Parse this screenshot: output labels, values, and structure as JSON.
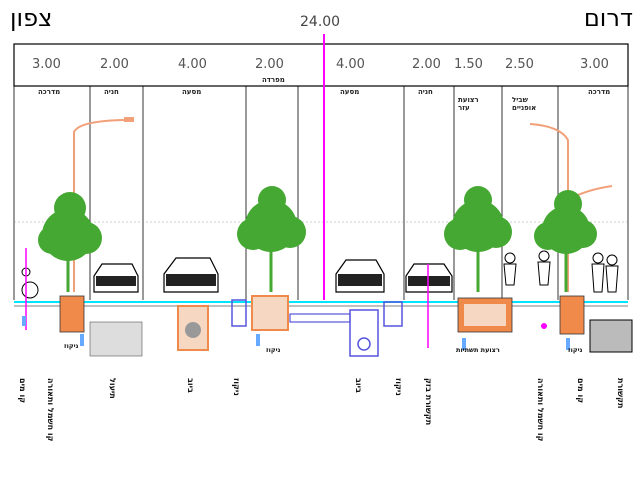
{
  "header": {
    "north": "צפון",
    "south": "דרום",
    "total_width": "24.00"
  },
  "widths": [
    {
      "text": "3.00"
    },
    {
      "text": "2.00"
    },
    {
      "text": "4.00"
    },
    {
      "text": "2.00"
    },
    {
      "text": "4.00"
    },
    {
      "text": "2.00"
    },
    {
      "text": "1.50"
    },
    {
      "text": "2.50"
    },
    {
      "text": "3.00"
    }
  ],
  "zones": [
    {
      "text": "מדרכה"
    },
    {
      "text": "חניה"
    },
    {
      "text": "מסעה"
    },
    {
      "text": "מפרדה"
    },
    {
      "text": "מסעה"
    },
    {
      "text": "חניה"
    },
    {
      "text": "רצועת עזר"
    },
    {
      "text": "שביל אופניים"
    },
    {
      "text": "מדרכה"
    }
  ],
  "under_labels": [
    {
      "text": "ניקוז"
    },
    {
      "text": "ניקוז"
    },
    {
      "text": "רצועת תשתיות"
    },
    {
      "text": "ניקוז"
    }
  ],
  "bottom_labels": [
    {
      "text": "קו מים"
    },
    {
      "text": "קו חשמל ותאורה"
    },
    {
      "text": "תיעול"
    },
    {
      "text": "ביוב"
    },
    {
      "text": "ניקוז"
    },
    {
      "text": "ביוב"
    },
    {
      "text": "ניקוז"
    },
    {
      "text": "תקשורת בזק"
    },
    {
      "text": "קו חשמל ותאורה"
    },
    {
      "text": "קו מים"
    },
    {
      "text": "תקשורת"
    }
  ],
  "colors": {
    "center_line": "#ff00ff",
    "tree": "#44a832",
    "ground": "#00e5ff",
    "pipe": "#5555dd",
    "lamp": "#f2a07a",
    "pit": "#f08a4b"
  }
}
